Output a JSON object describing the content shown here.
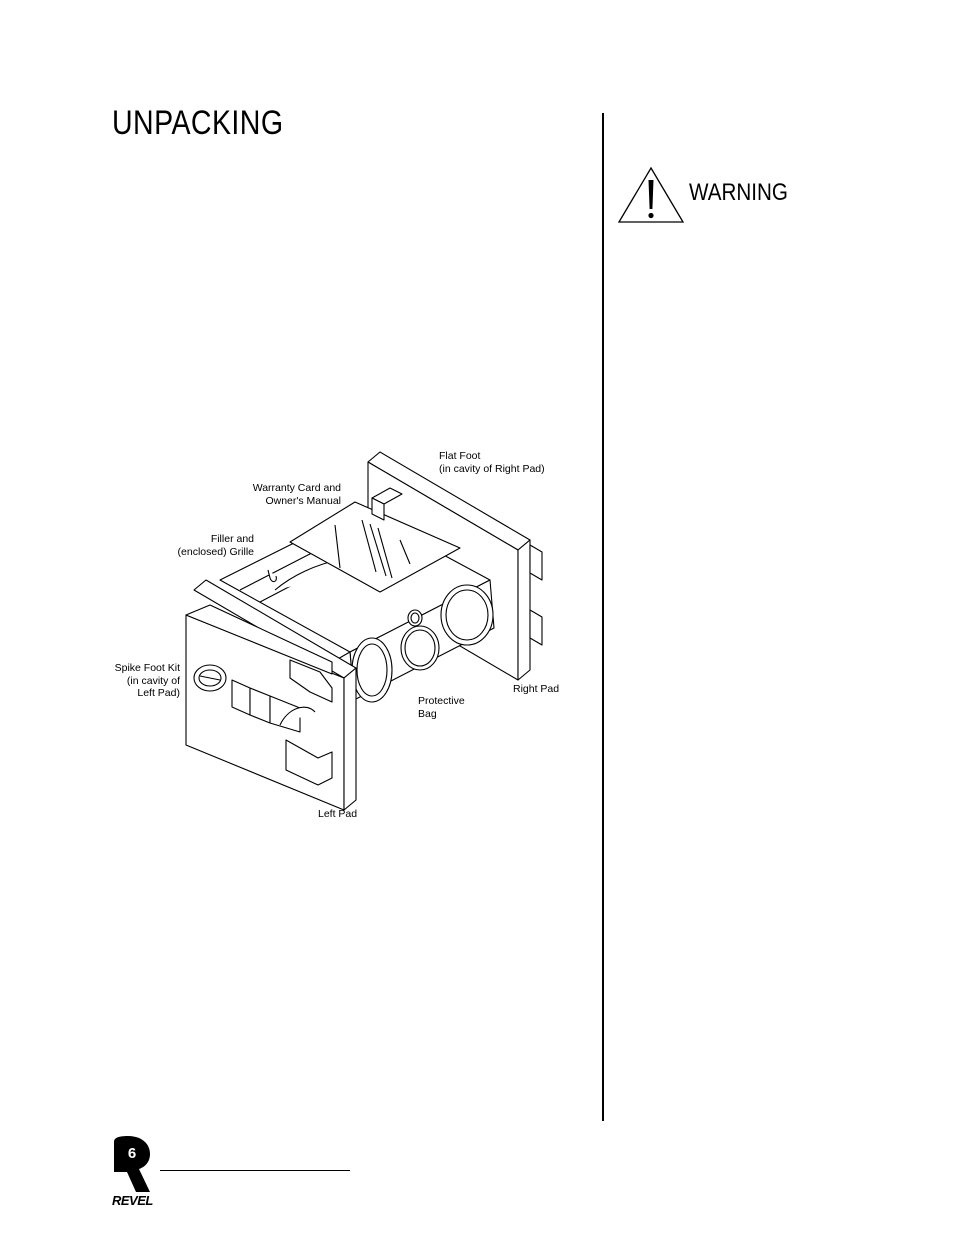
{
  "page_title": "UNPACKING",
  "warning": {
    "label": "WARNING",
    "icon": "warning-triangle-icon"
  },
  "diagram": {
    "labels": {
      "flat_foot": "Flat Foot\n(in cavity of Right Pad)",
      "warranty_card": "Warranty Card and\nOwner's Manual",
      "filler_grille": "Filler and\n(enclosed) Grille",
      "spike_foot": "Spike Foot Kit\n(in cavity of\nLeft Pad)",
      "protective_bag": "Protective\nBag",
      "right_pad": "Right Pad",
      "left_pad": "Left Pad"
    }
  },
  "footer": {
    "page_number": "6",
    "brand": "REVEL"
  }
}
